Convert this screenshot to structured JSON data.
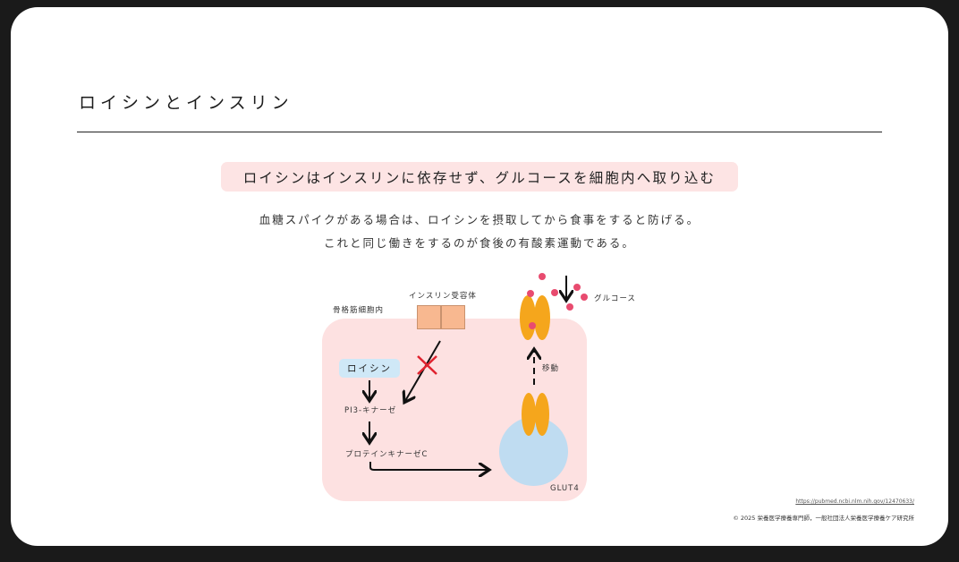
{
  "slide": {
    "title": "ロイシンとインスリン",
    "banner": "ロイシンはインスリンに依存せず、グルコースを細胞内へ取り込む",
    "description": [
      "血糖スパイクがある場合は、ロイシンを摂取してから食事をすると防げる。",
      "これと同じ働きをするのが食後の有酸素運動である。"
    ]
  },
  "diagram": {
    "cell_label": "骨格筋細胞内",
    "receptor_label": "インスリン受容体",
    "leucine_label": "ロイシン",
    "pi3k_label": "PI3-キナーゼ",
    "pkc_label": "プロテインキナーゼC",
    "glucose_label": "グルコース",
    "move_label": "移動",
    "glut4_label": "GLUT4",
    "colors": {
      "cell": "#fde1e1",
      "receptor": "#f8b890",
      "leucine_box": "#cfe8f7",
      "glut4_body": "#bfdcf1",
      "transporter": "#f5a61c",
      "glucose": "#e84b6f",
      "blocked_x": "#e0222e"
    }
  },
  "footer": {
    "reference": "https://pubmed.ncbi.nlm.nih.gov/12470633/",
    "copyright": "© 2025 栄養医学療養専門師，一般社団法人栄養医学療養ケア研究所"
  }
}
